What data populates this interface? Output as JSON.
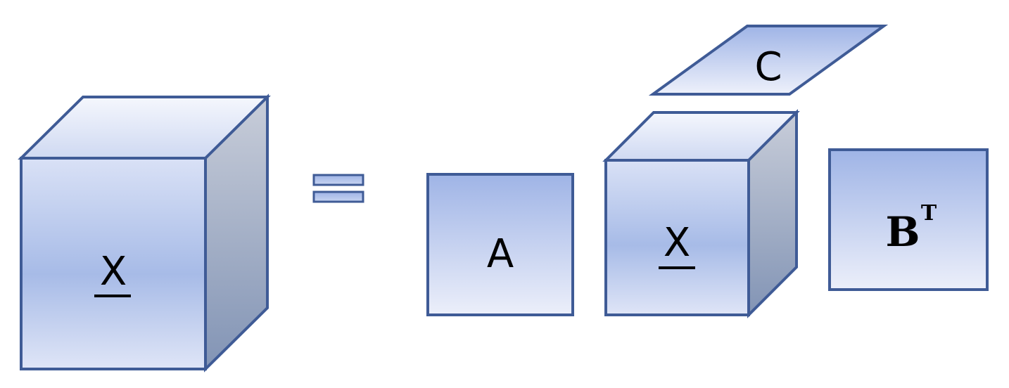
{
  "diagram": {
    "lhs": {
      "label": "X"
    },
    "equals": {
      "symbol": "="
    },
    "factor_a": {
      "label": "A"
    },
    "core": {
      "label": "X"
    },
    "factor_c": {
      "label": "C"
    },
    "factor_b": {
      "label": "B",
      "superscript": "T"
    }
  },
  "colors": {
    "edge": "#3f5b96",
    "face_front_top": "#a3b8e7",
    "face_front_bottom": "#eef1fb",
    "face_top": "#f4f6fc",
    "face_side_top": "#c7ccd8",
    "face_side_bottom": "#8496b7"
  }
}
